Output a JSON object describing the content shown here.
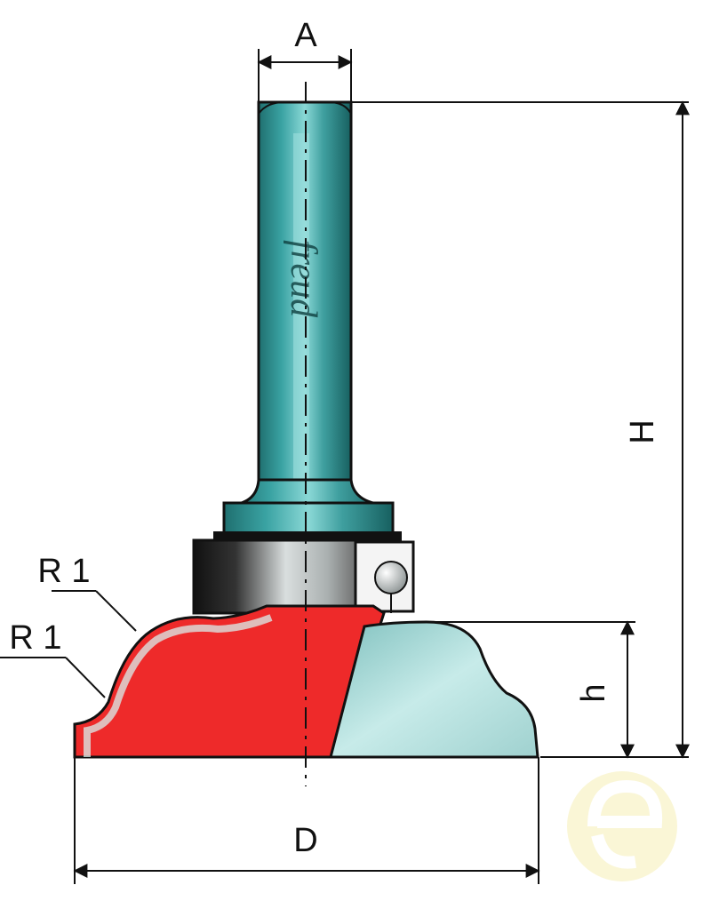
{
  "labels": {
    "shank_diameter": "A",
    "overall_height": "H",
    "cutting_height": "h",
    "cutting_diameter": "D",
    "radius_upper": "R 1",
    "radius_lower": "R 1"
  },
  "colors": {
    "shank": "#2e8f8f",
    "shank_highlight": "#7fd2d2",
    "shank_dark": "#155d5d",
    "cutter_red": "#ee2a2a",
    "carbide": "#a9d8d6",
    "bearing_dark": "#111111",
    "bearing_grey": "#bfc4c4",
    "dimension": "#111111",
    "watermark": "#f6f0b8"
  },
  "icons": {
    "brand_mark": "freud-logo",
    "watermark": "watermark-e-icon",
    "bearing": "ball-bearing-icon"
  }
}
